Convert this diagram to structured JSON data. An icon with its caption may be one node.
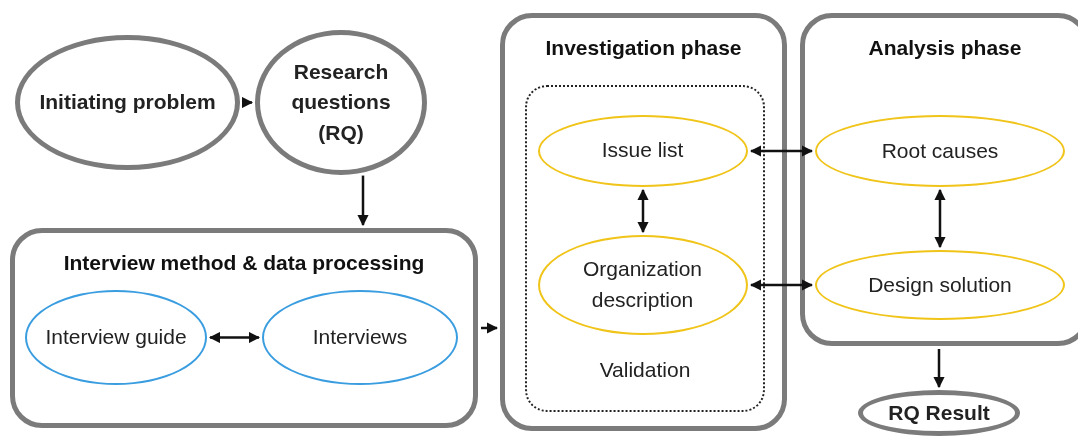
{
  "diagram": {
    "nodes": [
      {
        "text": [
          "Initiating problem"
        ]
      },
      {
        "text": [
          "Research questions (RQ)"
        ]
      },
      {
        "text": [
          "Interview method & data processing"
        ]
      },
      {
        "text": [
          "Interview guide"
        ],
        "in": 2
      },
      {
        "text": [
          "Interviews"
        ],
        "in": 2
      },
      {
        "text": [
          "Investigation phase"
        ]
      },
      {
        "text": [
          "Validation"
        ],
        "in": 5
      },
      {
        "text": [
          "Issue list"
        ],
        "in": 6
      },
      {
        "text": [
          "Organization description"
        ],
        "in": 6
      },
      {
        "text": [
          "Analysis phase"
        ]
      },
      {
        "text": [
          "Root causes"
        ],
        "in": 9
      },
      {
        "text": [
          "Design solution"
        ],
        "in": 9
      },
      {
        "text": [
          "RQ Result"
        ]
      }
    ],
    "edges": [
      {
        "from": 0,
        "to": 1,
        "arrow": "to"
      },
      {
        "from": 1,
        "to": 2,
        "arrow": "to"
      },
      {
        "from": 3,
        "to": 4,
        "arrow": "both"
      },
      {
        "from": 2,
        "to": 5,
        "arrow": "to"
      },
      {
        "from": 7,
        "to": 8,
        "arrow": "both"
      },
      {
        "from": 7,
        "to": 10,
        "arrow": "both"
      },
      {
        "from": 8,
        "to": 11,
        "arrow": "both"
      },
      {
        "from": 10,
        "to": 11,
        "arrow": "both"
      },
      {
        "from": 9,
        "to": 12,
        "arrow": "to"
      }
    ]
  }
}
